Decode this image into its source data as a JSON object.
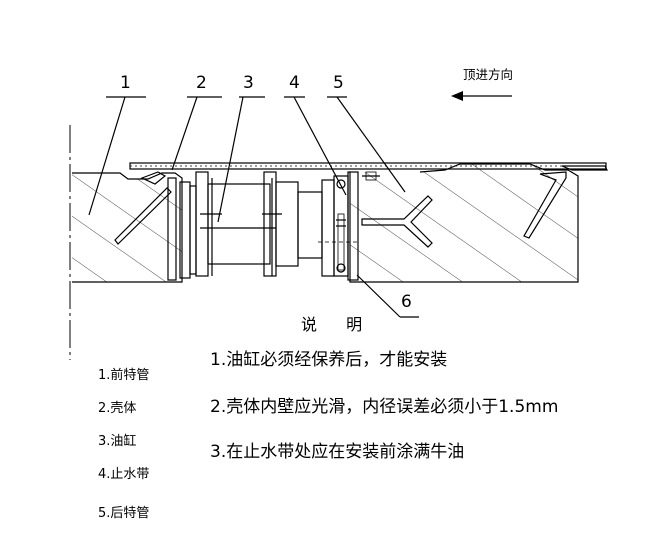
{
  "direction_label": "顶进方向",
  "callouts": [
    "1",
    "2",
    "3",
    "4",
    "5",
    "6"
  ],
  "title": "说  明",
  "notes": [
    "1.油缸必须经保养后，才能安装",
    "2.壳体内壁应光滑，内径误差必须小于1.5mm",
    "3.在止水带处应在安装前涂满牛油"
  ],
  "legend": [
    "1.前特管",
    "2.壳体",
    "3.油缸",
    "4.止水带",
    "5.后特管"
  ]
}
